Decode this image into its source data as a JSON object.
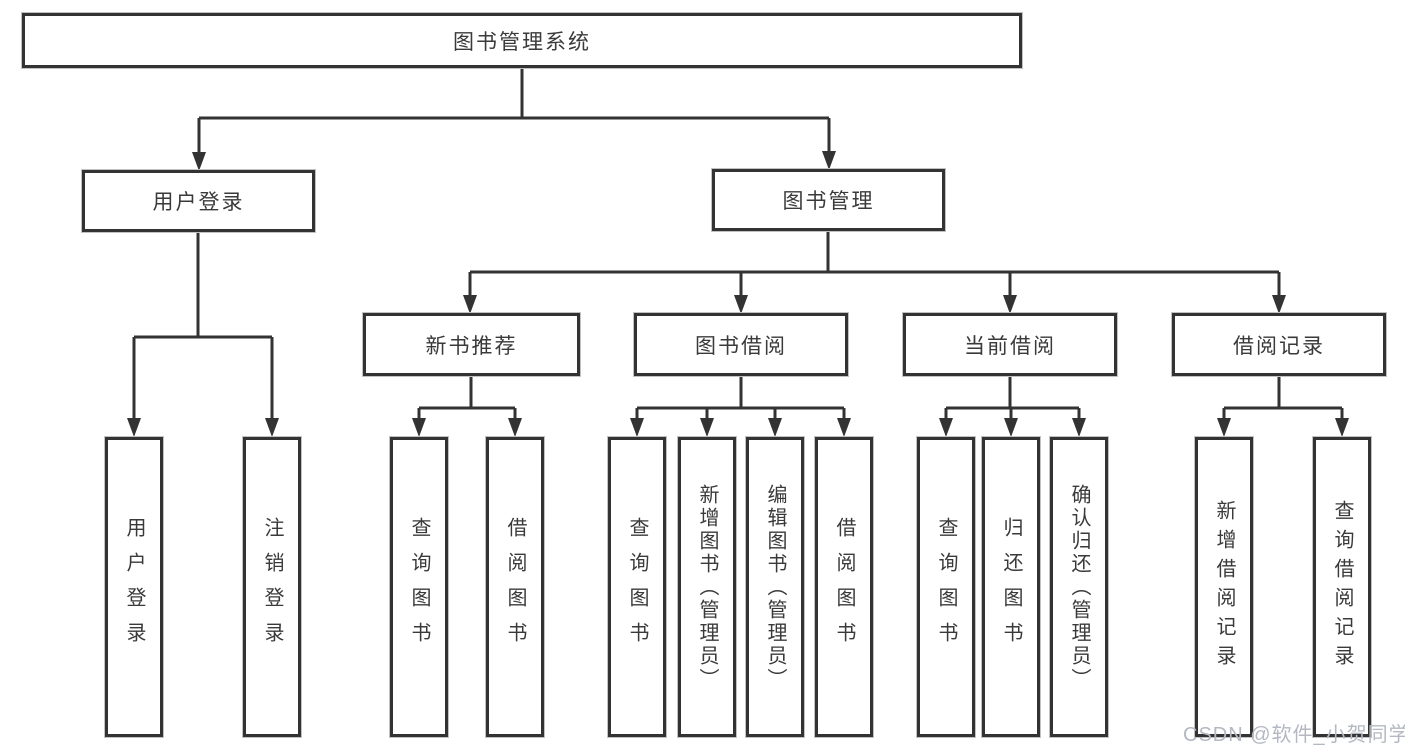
{
  "diagram": {
    "type": "hierarchy-tree",
    "colors": {
      "line": "#333333",
      "box_border": "#333333",
      "box_fill": "#ffffff",
      "text": "#3a3a3a",
      "watermark": "#b4b8c2"
    },
    "tree": {
      "label": "图书管理系统",
      "children": [
        {
          "label": "用户登录",
          "children": [
            {
              "label": "用户登录"
            },
            {
              "label": "注销登录"
            }
          ]
        },
        {
          "label": "图书管理",
          "children": [
            {
              "label": "新书推荐",
              "children": [
                {
                  "label": "查询图书"
                },
                {
                  "label": "借阅图书"
                }
              ]
            },
            {
              "label": "图书借阅",
              "children": [
                {
                  "label": "查询图书"
                },
                {
                  "label": "新增图书（管理员）"
                },
                {
                  "label": "编辑图书（管理员）"
                },
                {
                  "label": "借阅图书"
                }
              ]
            },
            {
              "label": "当前借阅",
              "children": [
                {
                  "label": "查询图书"
                },
                {
                  "label": "归还图书"
                },
                {
                  "label": "确认归还（管理员）"
                }
              ]
            },
            {
              "label": "借阅记录",
              "children": [
                {
                  "label": "新增借阅记录"
                },
                {
                  "label": "查询借阅记录"
                }
              ]
            }
          ]
        }
      ]
    },
    "watermark": {
      "text": "CSDN @软件_小贺同学"
    }
  }
}
